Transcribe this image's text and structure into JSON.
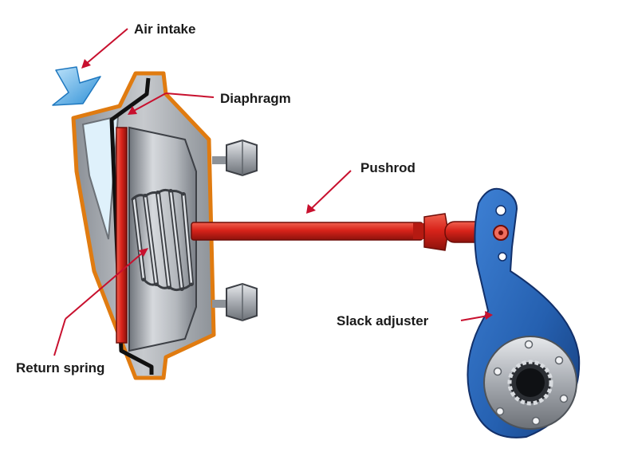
{
  "labels": {
    "air_intake": "Air intake",
    "diaphragm": "Diaphragm",
    "pushrod": "Pushrod",
    "slack_adjuster": "Slack adjuster",
    "return_spring": "Return spring"
  },
  "colors": {
    "leader_line": "#c8102e",
    "housing_outline": "#e07b10",
    "housing_steel": "#9ea3aa",
    "pushrod": "#d8231a",
    "slack_adjuster": "#2560b0",
    "air_arrow": "#3aa0e0"
  },
  "icons": {
    "air_intake": "air-flow-arrow-icon",
    "bolts": "hex-bolt-icon"
  }
}
